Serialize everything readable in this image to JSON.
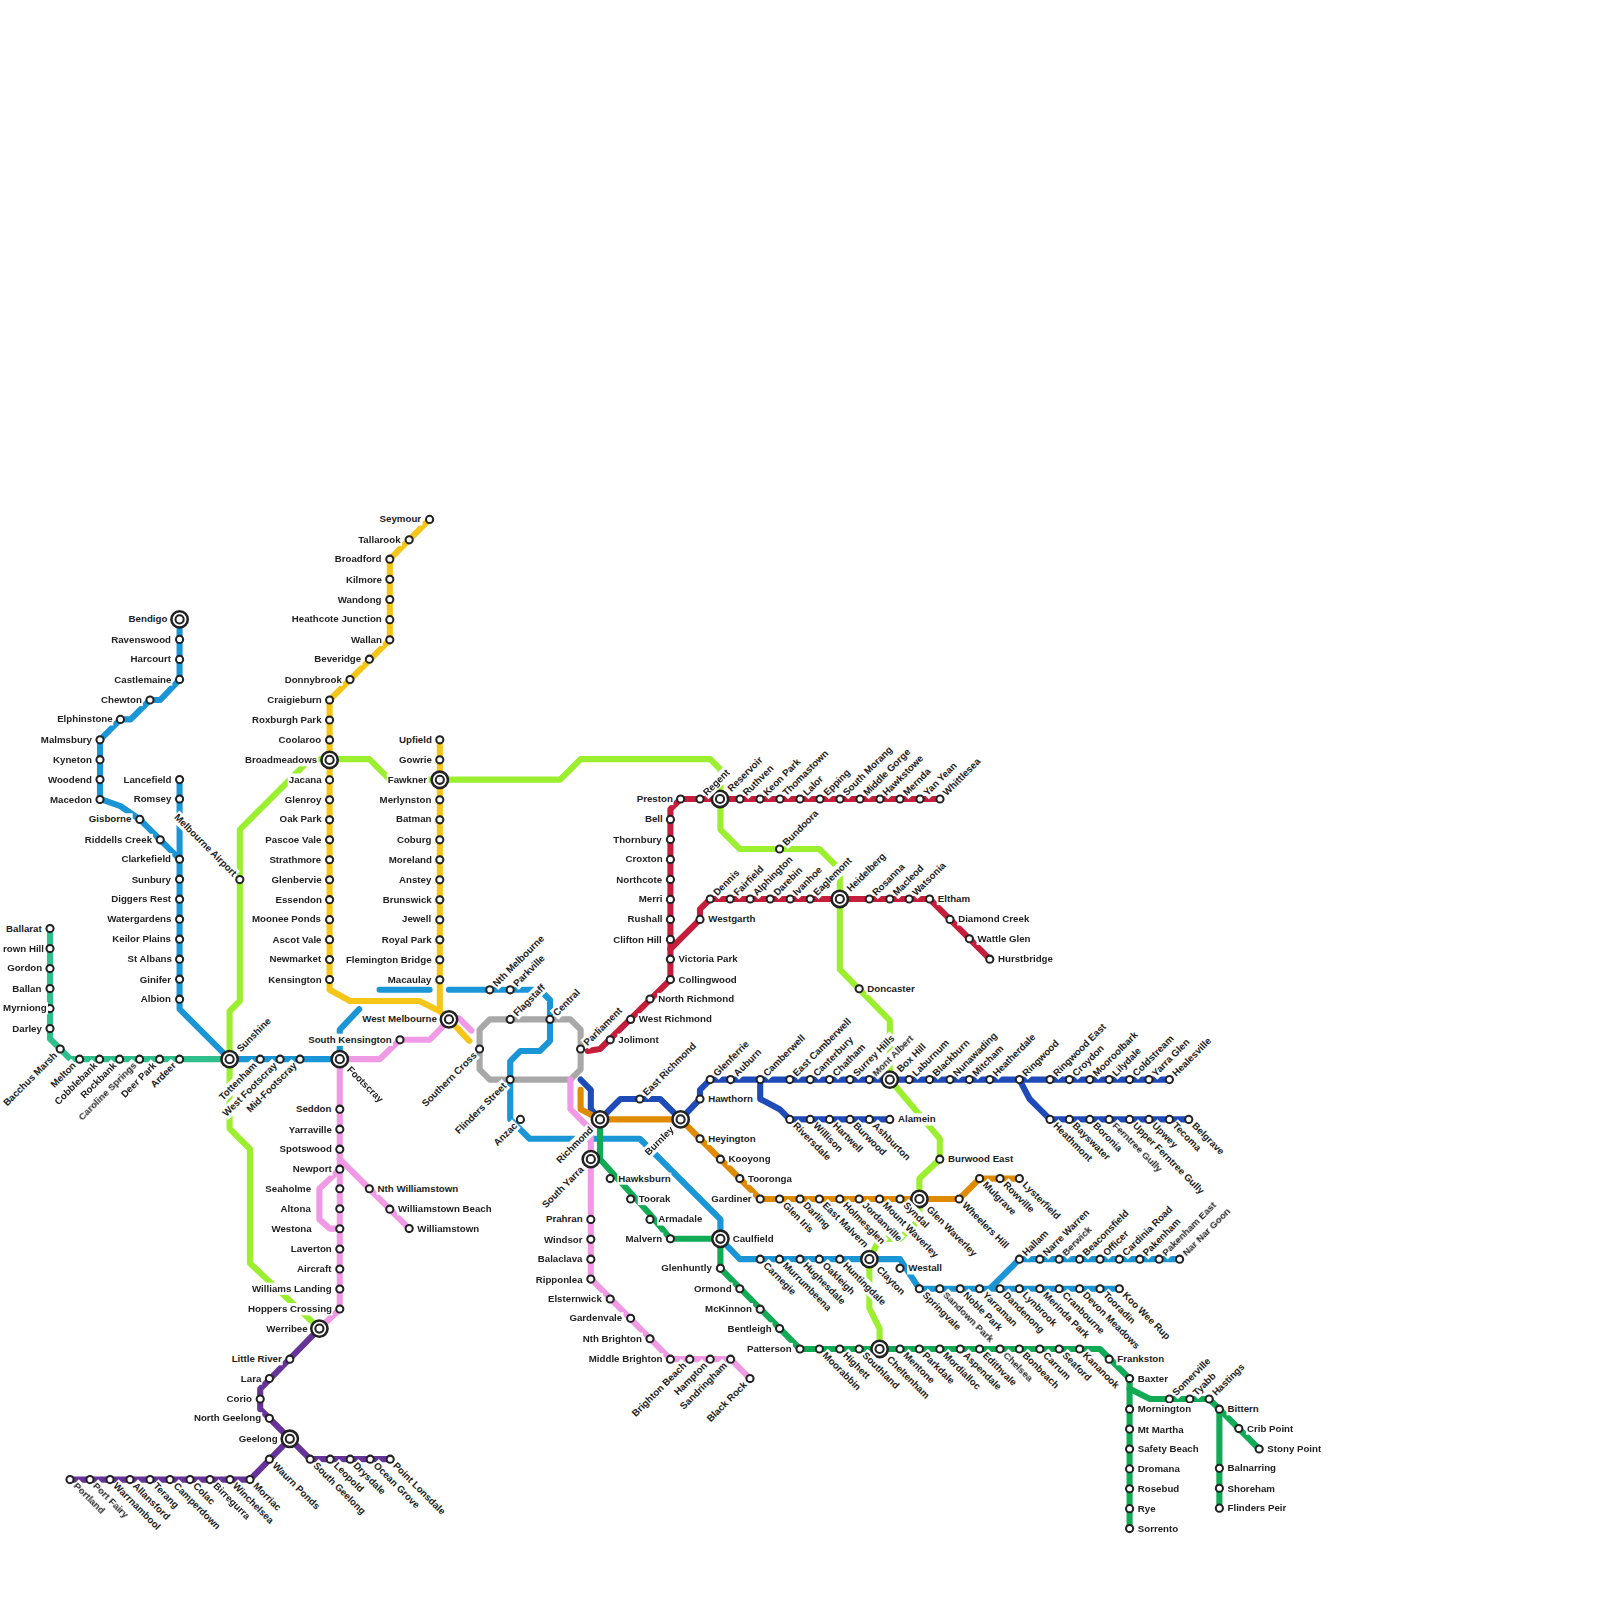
{
  "diagram": {
    "labels": [
      "Seymour",
      "Tallarook",
      "Broadford",
      "Kilmore",
      "Wandong",
      "Heathcote Junction",
      "Wallan",
      "Beveridge",
      "Donnybrook",
      "Craigieburn",
      "Roxburgh Park",
      "Coolaroo",
      "Broadmeadows",
      "Jacana",
      "Glenroy",
      "Oak Park",
      "Pascoe Vale",
      "Strathmore",
      "Glenbervie",
      "Essendon",
      "Moonee Ponds",
      "Ascot Vale",
      "Newmarket",
      "Kensington",
      "Upfield",
      "Gowrie",
      "Fawkner",
      "Merlynston",
      "Batman",
      "Coburg",
      "Moreland",
      "Anstey",
      "Brunswick",
      "Jewell",
      "Royal Park",
      "Flemington Bridge",
      "Macaulay",
      "Bendigo",
      "Ravenswood",
      "Harcourt",
      "Castlemaine",
      "Chewton",
      "Elphinstone",
      "Malmsbury",
      "Kyneton",
      "Woodend",
      "Macedon",
      "Lancefield",
      "Romsey",
      "Melbourne Airport",
      "Gisborne",
      "Riddells Creek",
      "Clarkefield",
      "Sunbury",
      "Diggers Rest",
      "Watergardens",
      "Keilor Plains",
      "St Albans",
      "Ginifer",
      "Albion",
      "Ballarat",
      "rown Hill",
      "Gordon",
      "Ballan",
      "Myrniong",
      "Darley",
      "Bacchus Marsh",
      "Melton",
      "Cobblebank",
      "Rockbank",
      "Caroline Springs",
      "Deer Park",
      "Ardeer",
      "Sunshine",
      "Tottenham",
      "West Footscray",
      "Mid-Footscray",
      "Footscray",
      "South Kensington",
      "West Melbourne",
      "Nth Melbourne",
      "Parkville",
      "Flagstaff",
      "Central",
      "Southern Cross",
      "Flinders Street",
      "Anzac",
      "Parliament",
      "Seddon",
      "Yarraville",
      "Spotswood",
      "Newport",
      "Seaholme",
      "Altona",
      "Westona",
      "Laverton",
      "Aircraft",
      "Williams Landing",
      "Hoppers Crossing",
      "Werribee",
      "Nth Williamstown",
      "Williamstown Beach",
      "Williamstown",
      "Little River",
      "Lara",
      "Corio",
      "North Geelong",
      "Geelong",
      "Waurn Ponds",
      "South Geelong",
      "Leopold",
      "Drysdale",
      "Ocean Grove",
      "Point Lonsdale",
      "Morriac",
      "Winchelsea",
      "Birregurra",
      "Colac",
      "Camperdown",
      "Terang",
      "Allansford",
      "Warrnambool",
      "Port Fairy",
      "Portland",
      "Preston",
      "Regent",
      "Reservoir",
      "Ruthven",
      "Keon Park",
      "Thomastown",
      "Lalor",
      "Epping",
      "South Morang",
      "Middle Gorge",
      "Hawkstowe",
      "Mernda",
      "Yan Yean",
      "Whittlesea",
      "Bundoora",
      "Bell",
      "Thornbury",
      "Croxton",
      "Northcote",
      "Merri",
      "Rushall",
      "Clifton Hill",
      "Victoria Park",
      "Collingwood",
      "North Richmond",
      "West Richmond",
      "Jolimont",
      "Dennis",
      "Fairfield",
      "Alphington",
      "Darebin",
      "Ivanhoe",
      "Eaglemont",
      "Heidelberg",
      "Rosanna",
      "Macleod",
      "Watsonia",
      "Eltham",
      "Diamond Creek",
      "Wattle Glen",
      "Hurstbridge",
      "Westgarth",
      "Doncaster",
      "East Richmond",
      "Hawthorn",
      "Glenferrie",
      "Auburn",
      "Camberwell",
      "East Camberwell",
      "Canterbury",
      "Chatham",
      "Surrey Hills",
      "Mont Albert",
      "Box Hill",
      "Laburnum",
      "Blackburn",
      "Nunawading",
      "Mitcham",
      "Heatherdale",
      "Ringwood",
      "Ringwood East",
      "Croydon",
      "Mooroolbark",
      "Lilydale",
      "Coldstream",
      "Yarra Glen",
      "Healesville",
      "Riversdale",
      "Willison",
      "Hartwell",
      "Burwood",
      "Ashburton",
      "Alamein",
      "Heathmont",
      "Bayswater",
      "Boronia",
      "Ferntree Gully",
      "Upper Ferntree Gully",
      "Upwey",
      "Tecoma",
      "Belgrave",
      "Burwood East",
      "Richmond",
      "Burnley",
      "South Yarra",
      "Heyington",
      "Kooyong",
      "Tooronga",
      "Gardiner",
      "Glen Iris",
      "Darling",
      "East Malvern",
      "Holmesglen",
      "Jordanville",
      "Mount Waverley",
      "Syndal",
      "Glen Waverley",
      "Wheelers Hill",
      "Mulgrave",
      "Rowville",
      "Lysterfield",
      "Hawksburn",
      "Toorak",
      "Armadale",
      "Malvern",
      "Caulfield",
      "Glenhuntly",
      "Ormond",
      "McKinnon",
      "Bentleigh",
      "Patterson",
      "Moorabbin",
      "Highett",
      "Southland",
      "Cheltenham",
      "Mentone",
      "Parkdale",
      "Mordialloc",
      "Aspendale",
      "Edithvale",
      "Chelsea",
      "Bonbeach",
      "Carrum",
      "Seaford",
      "Kananook",
      "Frankston",
      "Baxter",
      "Mornington",
      "Mt Martha",
      "Safety Beach",
      "Dromana",
      "Rosebud",
      "Rye",
      "Sorrento",
      "Somerville",
      "Tyabb",
      "Hastings",
      "Bittern",
      "Crib Point",
      "Stony Point",
      "Balnarring",
      "Shoreham",
      "Flinders Peir",
      "Carnegie",
      "Murrumbeena",
      "Hughesdale",
      "Oakleigh",
      "Huntingdale",
      "Clayton",
      "Westall",
      "Springvale",
      "Sandown Park",
      "Noble Park",
      "Yarraman",
      "Dandenong",
      "Lynbrook",
      "Merinda Park",
      "Cranbourne",
      "Devon Meadows",
      "Tooradin",
      "Koo Wee Rup",
      "Hallam",
      "Narre Warren",
      "Berwick",
      "Beaconsfield",
      "Officer",
      "Cardinia Road",
      "Pakenham",
      "Pakenham East",
      "Nar Nar Goon",
      "Prahran",
      "Windsor",
      "Balaclava",
      "Ripponlea",
      "Elsternwick",
      "Gardenvale",
      "Nth Brighton",
      "Middle Brighton",
      "Brighton Beach",
      "Hampton",
      "Sandringham",
      "Black Rock"
    ]
  }
}
